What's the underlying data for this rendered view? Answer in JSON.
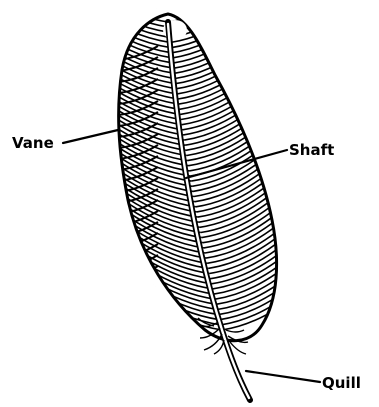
{
  "diagram": {
    "title": "",
    "labels": {
      "vane": "Vane",
      "shaft": "Shaft",
      "quill": "Quill"
    },
    "colors": {
      "ink": "#000000",
      "paper": "#ffffff"
    },
    "icon": "feather-illustration"
  }
}
